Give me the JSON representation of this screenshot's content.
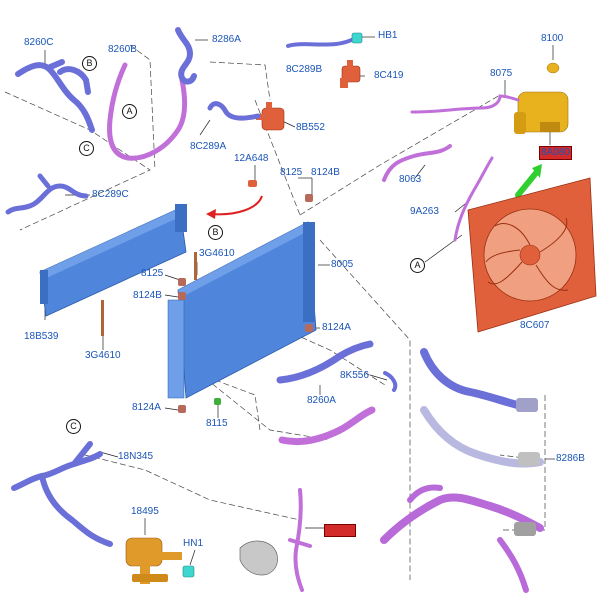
{
  "part_labels": {
    "p8260C": "8260C",
    "p8260B": "8260B",
    "p8286A": "8286A",
    "pHB1": "HB1",
    "p8C289B": "8C289B",
    "p8C419": "8C419",
    "p8100": "8100",
    "p8075": "8075",
    "p8B552": "8B552",
    "p8C289A": "8C289A",
    "p12A648": "12A648",
    "p8125a": "8125",
    "p8124Ba": "8124B",
    "p8063": "8063",
    "p8A080": "8A080",
    "p8C289C": "8C289C",
    "p9A263": "9A263",
    "p3G4610a": "3G4610",
    "p8005": "8005",
    "p8125b": "8125",
    "p8124Bb": "8124B",
    "p18B539": "18B539",
    "p3G4610b": "3G4610",
    "p8124Aa": "8124A",
    "p8C607": "8C607",
    "p8K556": "8K556",
    "p8260A": "8260A",
    "p8124Ab": "8124A",
    "p8115": "8115",
    "p18N345": "18N345",
    "p8286B": "8286B",
    "p18495": "18495",
    "pHN1": "HN1"
  },
  "callouts": {
    "c1": "B",
    "c2": "A",
    "c3": "C",
    "c4": "B",
    "c5": "A",
    "c6": "C"
  },
  "colors": {
    "label": "#1a55b8",
    "highlight": "#d32a2a",
    "arrow_red": "#e02020",
    "arrow_green": "#2fcf2f",
    "hose_blue": "#6b6fd8",
    "hose_violet": "#b86ad8",
    "radiator": "#4f86dc",
    "fan_shroud": "#e0603c",
    "reservoir": "#e7b21e"
  }
}
